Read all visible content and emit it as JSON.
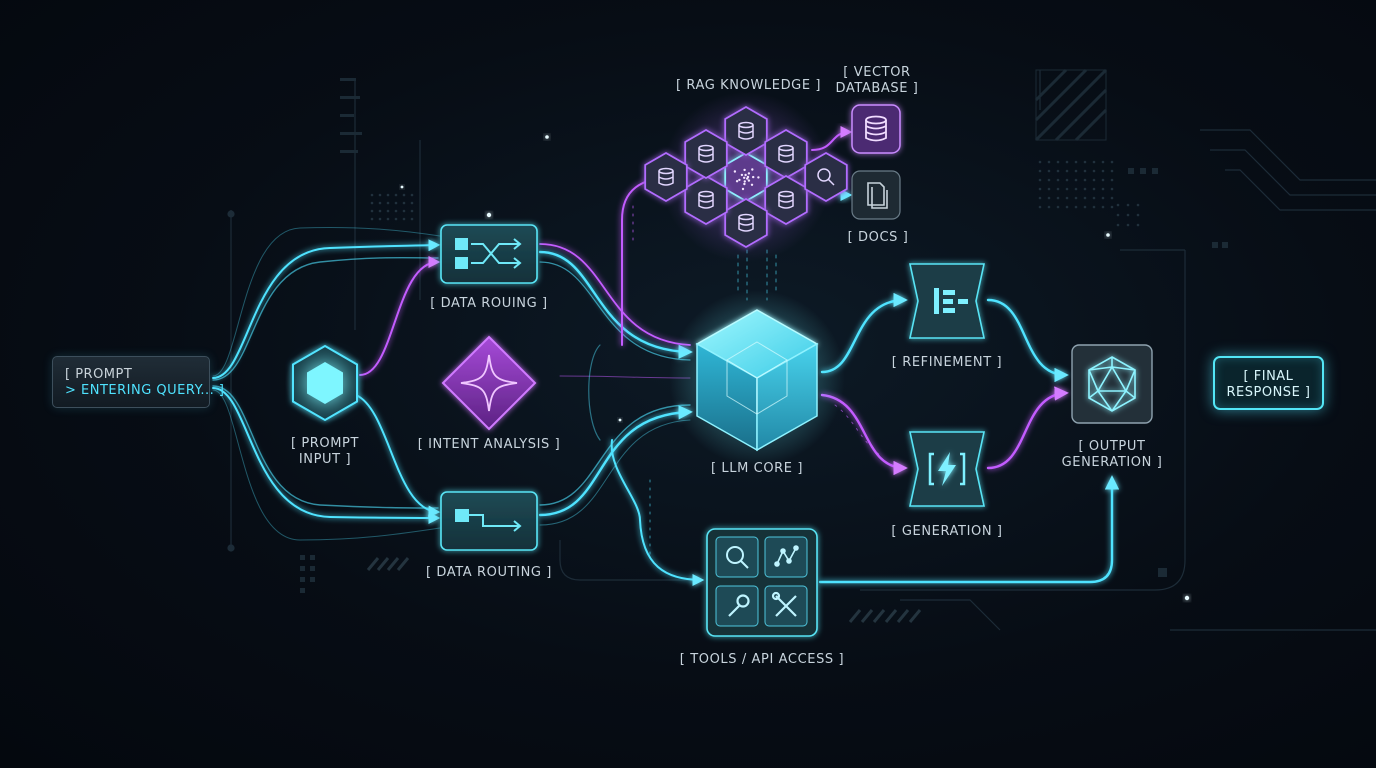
{
  "nodes": {
    "prompt": {
      "line1": "[ PROMPT",
      "line2": "> ENTERING QUERY... ]"
    },
    "prompt_input": {
      "line1": "[ PROMPT",
      "line2": "INPUT ]"
    },
    "data_routing_top": {
      "label": "[ DATA ROUING ]"
    },
    "intent_analysis": {
      "label": "[ INTENT ANALYSIS ]"
    },
    "data_routing_bottom": {
      "label": "[ DATA ROUTING ]"
    },
    "rag_knowledge": {
      "label": "[ RAG KNOWLEDGE ]"
    },
    "vector_database": {
      "line1": "[ VECTOR",
      "line2": "DATABASE ]"
    },
    "docs": {
      "label": "[ DOCS ]"
    },
    "llm_core": {
      "label": "[ LLM CORE ]"
    },
    "tools": {
      "label": "[ TOOLS / API ACCESS ]"
    },
    "refinement": {
      "label": "[ REFINEMENT ]"
    },
    "generation": {
      "label": "[ GENERATION ]"
    },
    "output_generation": {
      "line1": "[ OUTPUT",
      "line2": "GENERATION ]"
    },
    "final_response": {
      "line1": "[ FINAL",
      "line2": "RESPONSE ]"
    }
  },
  "colors": {
    "cyan": "#4fe3ff",
    "magenta": "#c35cff",
    "background": "#070d15",
    "label": "#c8d4dd"
  },
  "icons": {
    "data_routing_top": "shuffle-icon",
    "data_routing_bottom": "route-icon",
    "intent_analysis": "sparkle-icon",
    "prompt_input": "hexagon-icon",
    "llm_core": "cube-icon",
    "vector_database": "database-icon",
    "docs": "documents-icon",
    "refinement": "filter-icon",
    "generation": "lightning-icon",
    "output_generation": "polyhedron-icon",
    "tools": [
      "search-icon",
      "graph-icon",
      "wrench-icon",
      "tools-icon"
    ],
    "rag_cells": [
      "search-icon",
      "database-search-icon",
      "database-icon",
      "network-icon",
      "database-icon",
      "database-search-icon",
      "chat-icon",
      "database-icon"
    ]
  }
}
